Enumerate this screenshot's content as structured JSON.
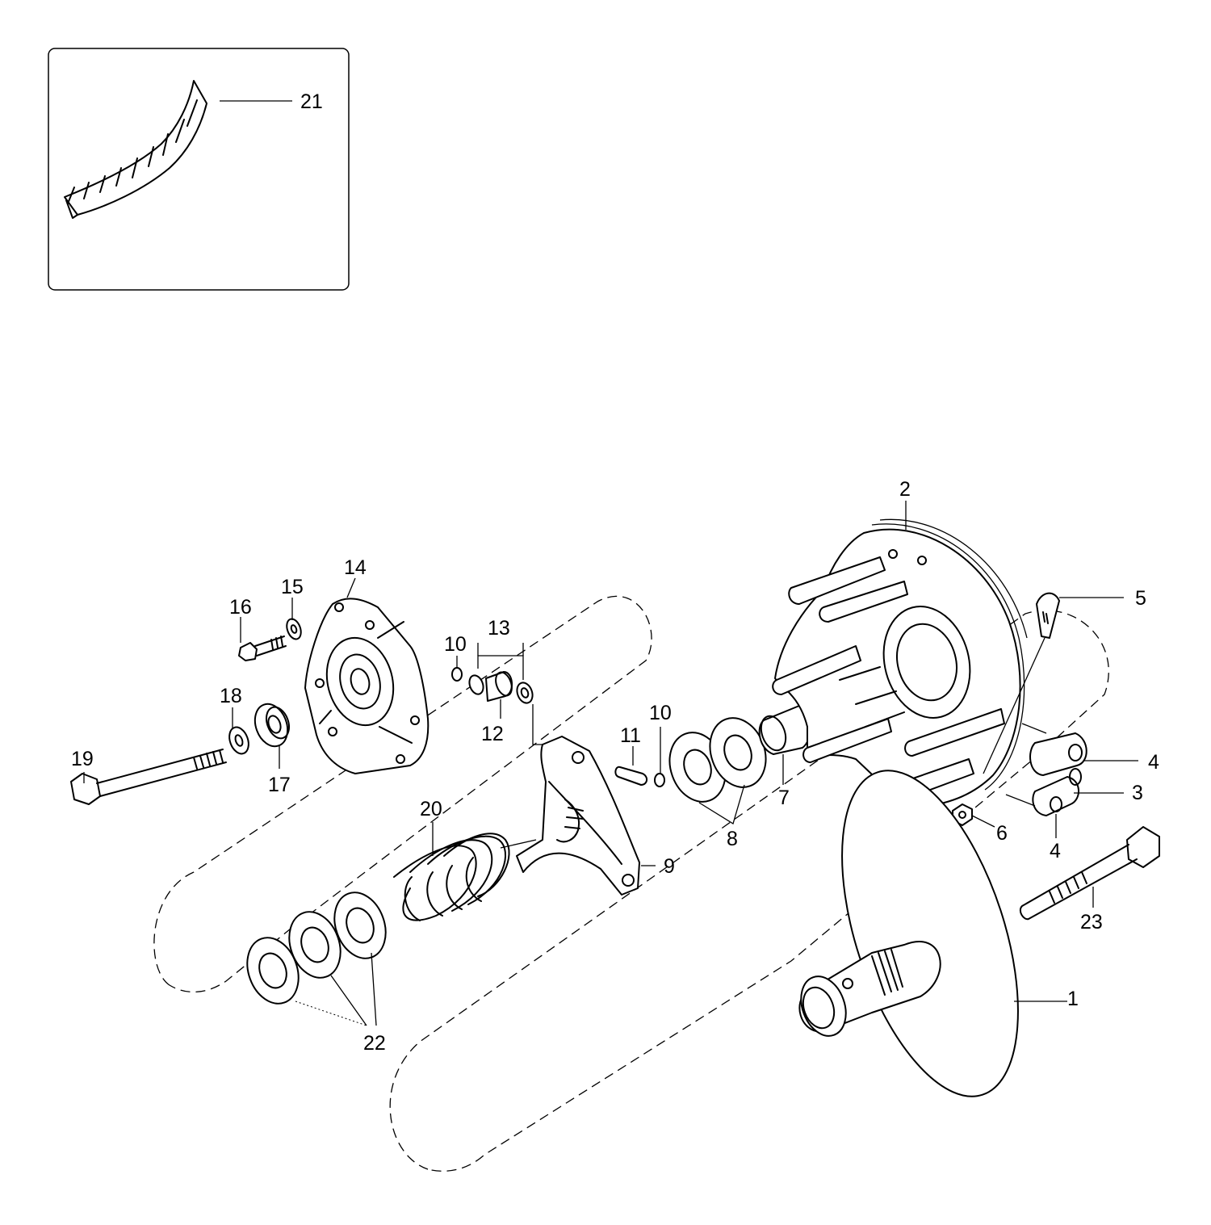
{
  "callouts": {
    "c1": "1",
    "c2": "2",
    "c3": "3",
    "c4a": "4",
    "c4b": "4",
    "c5": "5",
    "c6": "6",
    "c7": "7",
    "c8": "8",
    "c9": "9",
    "c10a": "10",
    "c10b": "10",
    "c11": "11",
    "c12": "12",
    "c13": "13",
    "c14": "14",
    "c15": "15",
    "c16": "16",
    "c17": "17",
    "c18": "18",
    "c19": "19",
    "c20": "20",
    "c21": "21",
    "c22": "22",
    "c23": "23"
  }
}
